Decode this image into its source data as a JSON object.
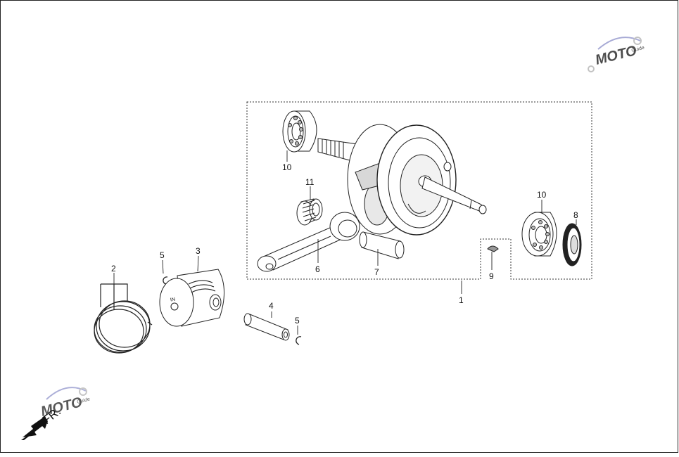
{
  "diagram": {
    "callouts": {
      "c1": "1",
      "c2": "2",
      "c3": "3",
      "c4": "4",
      "c5a": "5",
      "c5b": "5",
      "c6": "6",
      "c7": "7",
      "c8": "8",
      "c9": "9",
      "c10a": "10",
      "c10b": "10",
      "c11": "11"
    },
    "piston_mark": "IN",
    "direction_label": "FR."
  },
  "watermark": {
    "brand": "MOTO",
    "sub": "Guide"
  }
}
